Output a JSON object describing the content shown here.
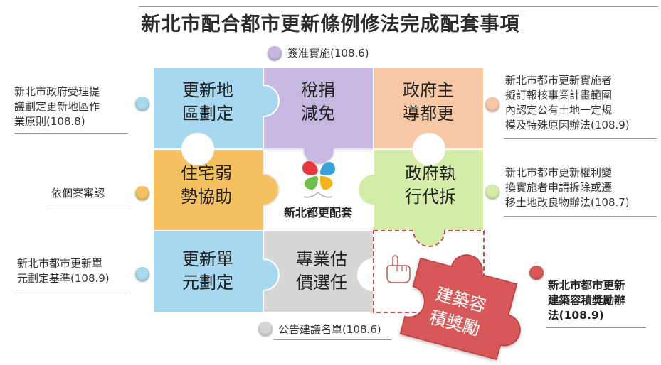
{
  "title": "新北市配合都市更新條例修法完成配套事項",
  "top_caption": "簽准實施(108.6)",
  "bottom_caption": "公告建議名單(108.6)",
  "center_label": "新北都更配套",
  "pieces": {
    "p1": [
      "更新地",
      "區劃定"
    ],
    "p2": [
      "稅捐",
      "減免"
    ],
    "p3": [
      "政府主",
      "導都更"
    ],
    "p4": [
      "住宅弱",
      "勢協助"
    ],
    "p6": [
      "政府執",
      "行代拆"
    ],
    "p7": [
      "更新單",
      "元劃定"
    ],
    "p8": [
      "專業估",
      "價選任"
    ],
    "p9": [
      "建築容",
      "積獎勵"
    ]
  },
  "left_notes": {
    "n1": [
      "新北市政府受理提",
      "議劃定更新地區作",
      "業原則(108.8)"
    ],
    "n2": [
      "依個案審認"
    ],
    "n3": [
      "新北市都市更新單",
      "元劃定基準(108.9)"
    ]
  },
  "right_notes": {
    "n1": [
      "新北市都市更新實施者",
      "擬訂報核事業計畫範圍",
      "內認定公有土地一定規",
      "模及特殊原因辦法(108.9)"
    ],
    "n2": [
      "新北市都市更新權利變",
      "換實施者申請拆除或遷",
      "移土地改良物辦法(108.7)"
    ],
    "n3": [
      "新北市都市更新",
      "建築容積獎勵辦",
      "法(108.9)"
    ]
  },
  "colors": {
    "blue": "#a8d8f0",
    "purple": "#c6b8e0",
    "peach": "#f7c8a6",
    "orange": "#f5c060",
    "green": "#d3eca8",
    "grey": "#d6d6d6",
    "red": "#d8585a"
  },
  "icons": {
    "hand": "pointing-hand-icon",
    "logo": "new-taipei-logo-icon"
  }
}
